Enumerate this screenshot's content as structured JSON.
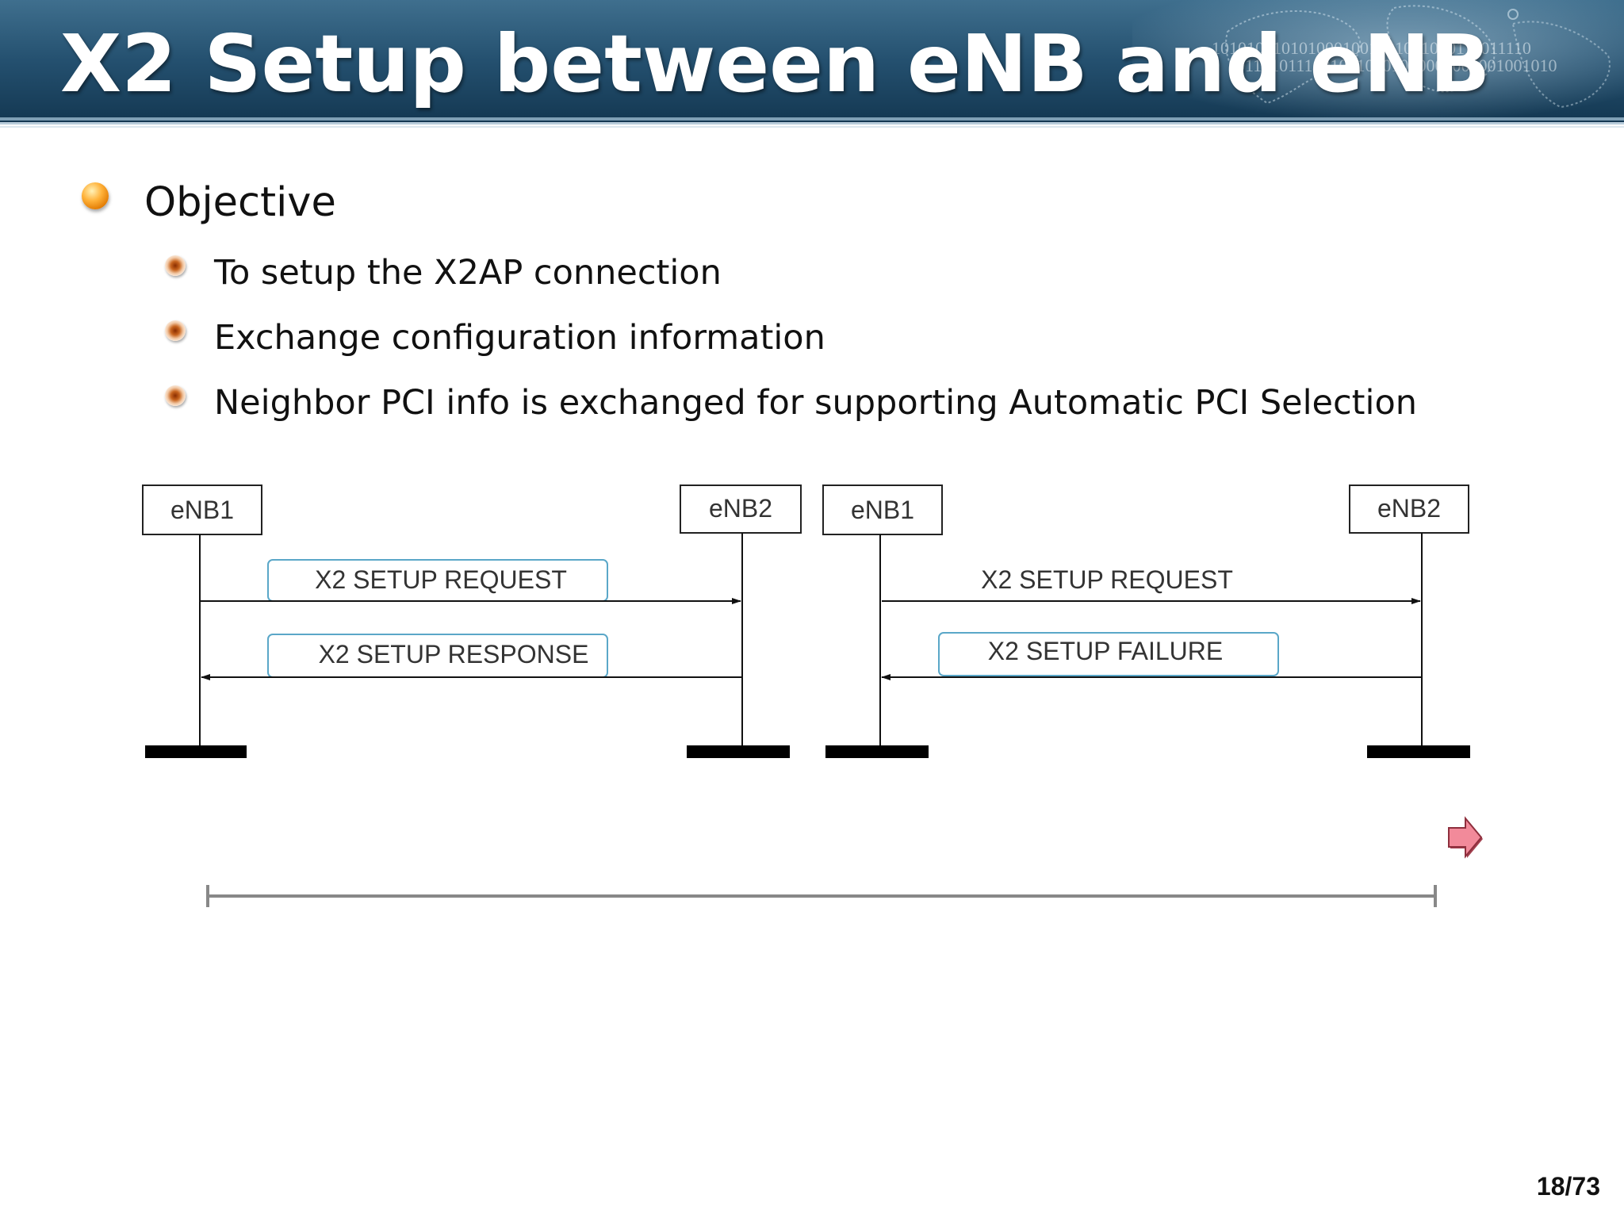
{
  "title": "X2 Setup between eNB and eNB",
  "objective": {
    "heading": "Objective",
    "items": [
      "To setup the X2AP connection",
      "Exchange configuration information",
      "Neighbor PCI info is exchanged for supporting Automatic PCI Selection"
    ]
  },
  "header_binary": {
    "line1": "1010100101010001001001001010111011110",
    "line2": "10110101110010010101010001001001001010"
  },
  "diagrams": [
    {
      "left_node": "eNB1",
      "right_node": "eNB2",
      "request": "X2 SETUP REQUEST",
      "reply": "X2 SETUP RESPONSE"
    },
    {
      "left_node": "eNB1",
      "right_node": "eNB2",
      "request": "X2 SETUP REQUEST",
      "reply": "X2 SETUP FAILURE"
    }
  ],
  "page_number": "18/73",
  "icons": {
    "next": "right-arrow-icon",
    "bullet": "orange-sphere-icon",
    "sub_bullet": "small-sphere-icon"
  },
  "colors": {
    "header_top": "#3f6f8e",
    "header_bottom": "#143852",
    "bullet": "#ffa020",
    "label_box_border": "#5aa7c8",
    "arrow_fill": "#f28a9a"
  }
}
